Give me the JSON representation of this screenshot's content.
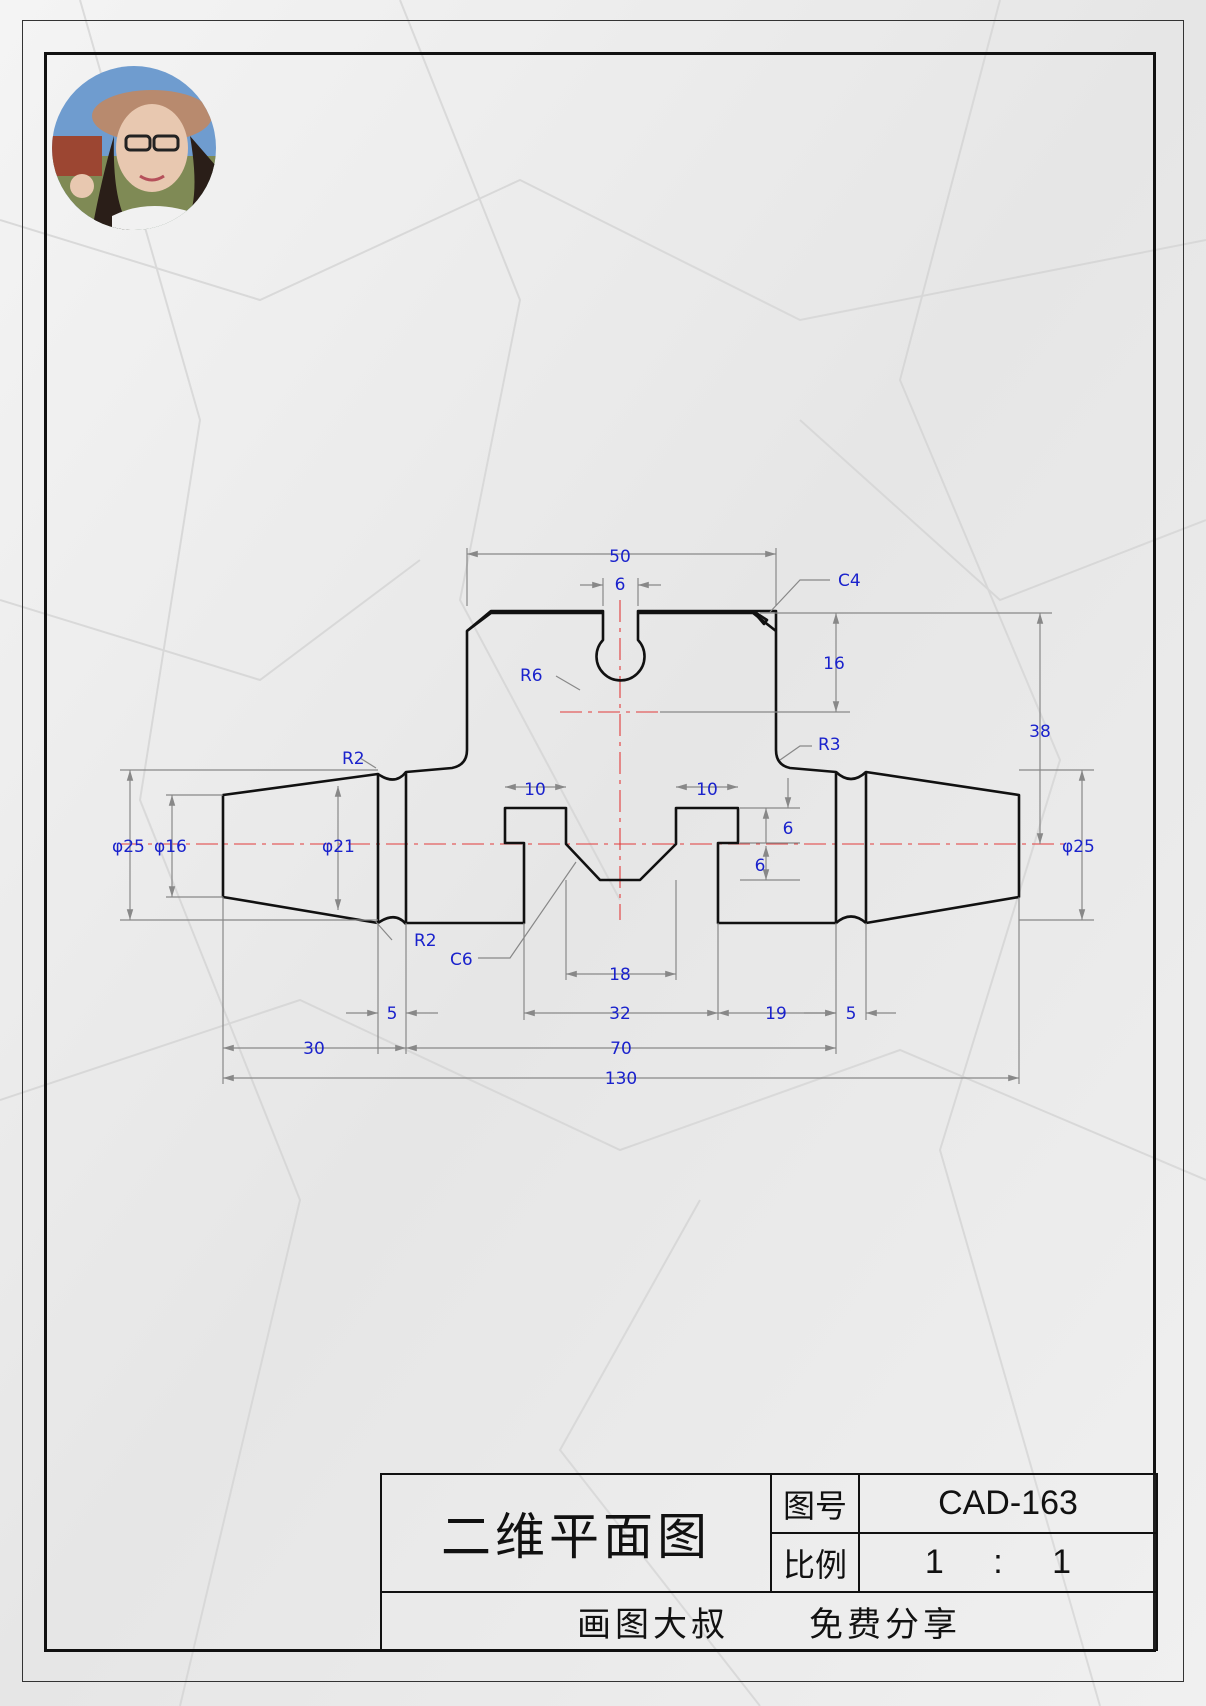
{
  "drawing": {
    "dimensions": {
      "top_width": "50",
      "slot_width": "6",
      "chamfer_top": "C4",
      "slot_depth": "16",
      "total_height": "38",
      "keyhole_radius": "R6",
      "fillet_left_top": "R2",
      "fillet_right": "R3",
      "fillet_left_bottom": "R2",
      "left_outer_dia": "φ25",
      "left_inner_dia": "φ16",
      "neck_dia": "φ21",
      "right_dia": "φ25",
      "recess_left_width": "10",
      "recess_right_width": "10",
      "recess_depth_top": "6",
      "recess_depth_bottom": "6",
      "chamfer_v": "C6",
      "v_bottom_width": "18",
      "groove_left": "5",
      "inner_span": "32",
      "right_step": "19",
      "groove_right": "5",
      "left_cone_len": "30",
      "body_len": "70",
      "overall_len": "130"
    }
  },
  "title_block": {
    "title": "二维平面图",
    "drawing_no_label": "图号",
    "drawing_no": "CAD-163",
    "scale_label": "比例",
    "scale": "1 : 1",
    "author": "画图大叔",
    "note": "免费分享"
  },
  "colors": {
    "dimension_text": "#1a22cc",
    "centerline": "#e23b3b",
    "outline": "#111111"
  }
}
